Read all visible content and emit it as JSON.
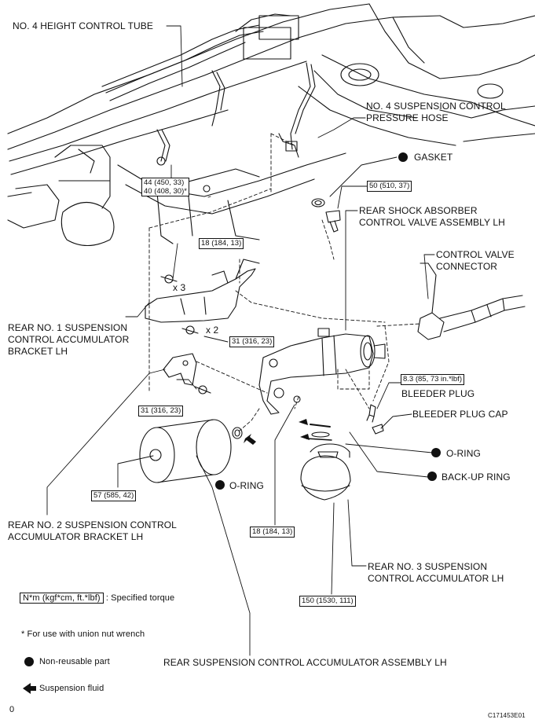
{
  "labels": {
    "height_tube": "NO. 4 HEIGHT CONTROL TUBE",
    "pressure_hose_1": "NO. 4 SUSPENSION CONTROL",
    "pressure_hose_2": "PRESSURE HOSE",
    "gasket": "GASKET",
    "shock_valve_1": "REAR SHOCK ABSORBER",
    "shock_valve_2": "CONTROL VALVE ASSEMBLY LH",
    "connector_1": "CONTROL VALVE",
    "connector_2": "CONNECTOR",
    "bracket1_1": "REAR NO. 1 SUSPENSION",
    "bracket1_2": "CONTROL ACCUMULATOR",
    "bracket1_3": "BRACKET LH",
    "bleeder_plug": "BLEEDER PLUG",
    "bleeder_cap": "BLEEDER PLUG CAP",
    "oring_right": "O-RING",
    "backup_ring": "BACK-UP RING",
    "oring_left": "O-RING",
    "bracket2_1": "REAR NO. 2 SUSPENSION CONTROL",
    "bracket2_2": "ACCUMULATOR BRACKET LH",
    "acc3_1": "REAR NO. 3 SUSPENSION",
    "acc3_2": "CONTROL ACCUMULATOR LH",
    "assembly": "REAR SUSPENSION CONTROL ACCUMULATOR ASSEMBLY LH",
    "x3": "x 3",
    "x2": "x 2"
  },
  "torques": {
    "t_44": "44 (450, 33)",
    "t_40": "40 (408, 30)*",
    "t_50": "50 (510, 37)",
    "t_18a": "18 (184, 13)",
    "t_31a": "31 (316, 23)",
    "t_8_3": "8.3 (85, 73 in.*lbf)",
    "t_31b": "31 (316, 23)",
    "t_57": "57 (585, 42)",
    "t_18b": "18 (184, 13)",
    "t_150": "150 (1530, 111)"
  },
  "legend": {
    "torque_unit": "N*m (kgf*cm, ft.*lbf)",
    "torque_text": ": Specified torque",
    "union_note": "* For use with union nut wrench",
    "nonreusable": "Non-reusable part",
    "fluid": "Suspension fluid"
  },
  "footer": {
    "page_mark": "0",
    "figure_id": "C171453E01"
  },
  "icons": {
    "nonreusable_marker": "filled-circle-icon",
    "fluid_marker": "arrow-left-icon"
  }
}
